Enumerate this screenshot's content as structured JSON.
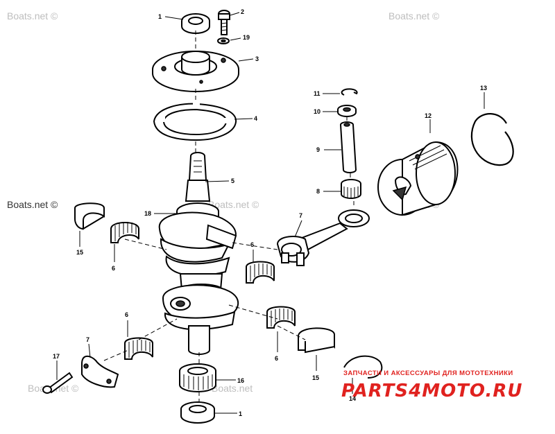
{
  "watermarks": {
    "boats_net": "Boats.net ©",
    "boats_net_plain": "Boats.net"
  },
  "brand": {
    "tagline": "ЗАПЧАСТИ И АКСЕССУАРЫ ДЛЯ МОТОТЕХНИКИ",
    "logo": "PARTS4MOTO.RU",
    "color": "#e0221f"
  },
  "callouts": [
    "1",
    "2",
    "19",
    "3",
    "4",
    "5",
    "18",
    "15",
    "6",
    "11",
    "10",
    "9",
    "8",
    "7",
    "12",
    "13",
    "6",
    "6",
    "6",
    "7",
    "17",
    "16",
    "1",
    "15",
    "14"
  ]
}
